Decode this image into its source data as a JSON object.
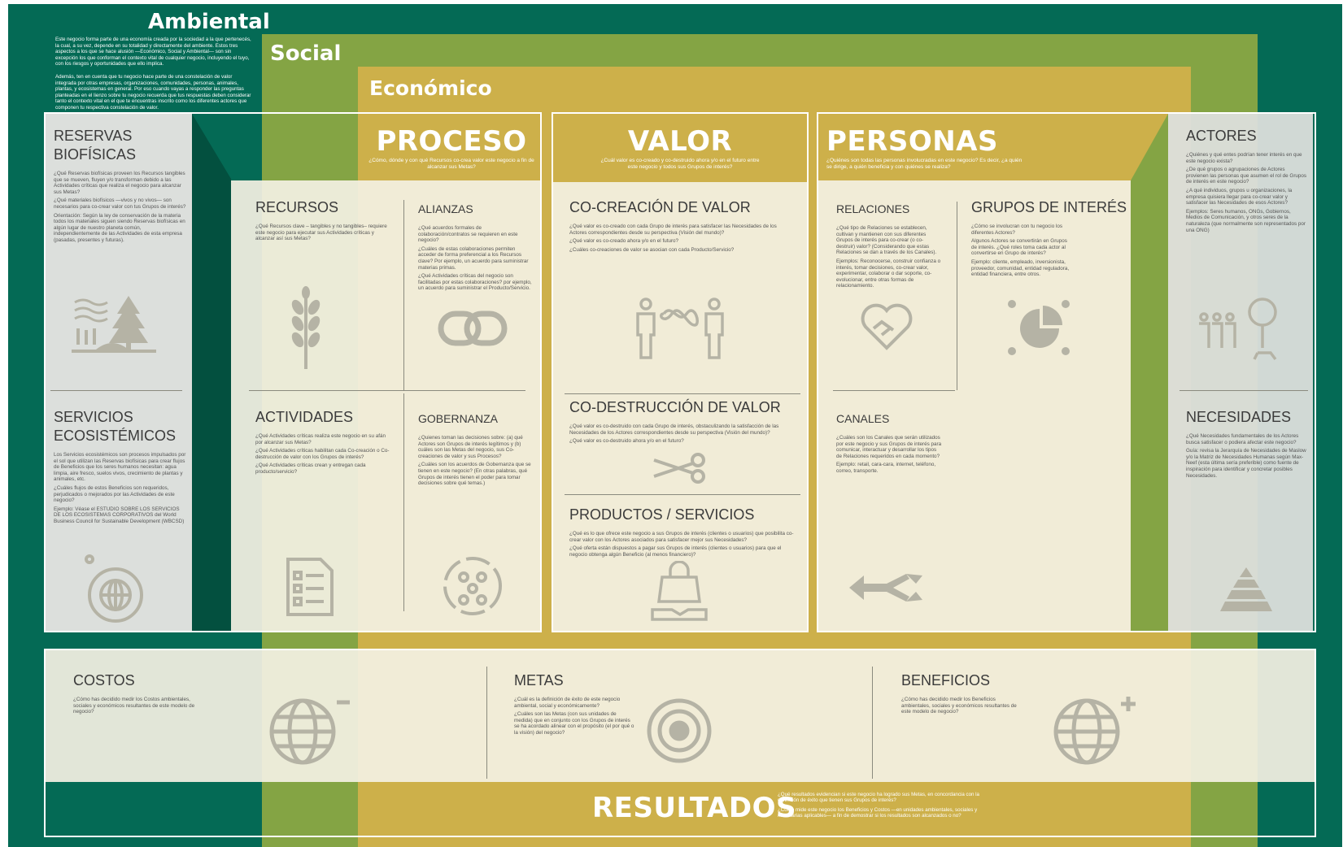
{
  "bands": {
    "ambiental": "Ambiental",
    "social": "Social",
    "economico": "Económico"
  },
  "intro": {
    "p1": "Este negocio forma parte de una economía creada por la sociedad a la que pertenecés, la cual, a su vez, depende en su totalidad y directamente del ambiente. Estos tres aspectos a los que se hace alusión —Económico, Social y Ambiental— son sin excepción los que conforman el contexto vital de cualquier negocio, incluyendo el tuyo, con los riesgos y oportunidades que ello implica.",
    "p2": "Además, ten en cuenta que tu negocio hace parte de una constelación de valor integrada por otras empresas, organizaciones, comunidades, personas, animales, plantas, y ecosistemas en general. Por eso cuando vayas a responder las preguntas planteadas en el lienzo sobre tu negocio recuerda que tus respuestas deben considerar tanto el contexto vital en el que te encuentras inscrito como los diferentes actores que componen tu respectiva constelación de valor."
  },
  "headers": {
    "proceso": {
      "title": "Proceso",
      "q": "¿Cómo, dónde y con qué Recursos co-crea valor este negocio a fin de alcanzar sus Metas?"
    },
    "valor": {
      "title": "Valor",
      "q": "¿Cuál valor es co-creado y co-destruido ahora y/o en el futuro entre este negocio y todos sus Grupos de interés?"
    },
    "personas": {
      "title": "Personas",
      "q": "¿Quiénes son todas las personas involucradas en este negocio? Es decir, ¿a quién se dirige, a quién beneficia y con quiénes se realiza?"
    },
    "resultados": {
      "title": "Resultados",
      "q1": "¿Qué resultados evidencian si este negocio ha logrado sus Metas, en concordancia con la definición de éxito que tienen sus Grupos de interés?",
      "q2": "¿Cómo mide este negocio los Beneficios y Costos —en unidades ambientales, sociales y monetarias aplicables— a fin de demostrar si los resultados son alcanzados o no?"
    }
  },
  "reservas": {
    "title": "Reservas biofísicas",
    "q1": "¿Qué Reservas biofísicas proveen los Recursos tangibles que se mueven, fluyen y/o transforman debido a las Actividades críticas que realiza el negocio para alcanzar sus Metas?",
    "q2": "¿Qué materiales biofísicos —vivos y no vivos— son necesarios para co-crear valor con tus Grupos de interés?",
    "q3": "Orientación: Según la ley de conservación de la materia todos los materiales siguen siendo Reservas biofísicas en algún lugar de nuestro planeta común, independientemente de las Actividades de esta empresa (pasadas, presentes y futuras)."
  },
  "servicios": {
    "title": "Servicios ecosistémicos",
    "q1": "Los Servicios ecosistémicos son procesos impulsados por el sol que utilizan las Reservas biofísicas para crear flujos de Beneficios que los seres humanos necesitan: agua limpia, aire fresco, suelos vivos, crecimiento de plantas y animales, etc.",
    "q2": "¿Cuáles flujos de estos Beneficios son requeridos, perjudicados o mejorados por las Actividades de este negocio?",
    "q3": "Ejemplo: Véase el ESTUDIO SOBRE LOS SERVICIOS DE LOS ECOSISTEMAS CORPORATIVOS del World Business Council for Sustainable Development (WBCSD)"
  },
  "recursos": {
    "title": "Recursos",
    "q1": "¿Qué Recursos clave – tangibles y no tangibles– requiere este negocio para ejecutar sus Actividades críticas y alcanzar así sus Metas?"
  },
  "alianzas": {
    "title": "Alianzas",
    "q1": "¿Qué acuerdos formales de colaboración/contratos se requieren en este negocio?",
    "q2": "¿Cuáles de estas colaboraciones permiten acceder de forma preferencial a los Recursos clave? Por ejemplo, un acuerdo para suministrar materias primas.",
    "q3": "¿Qué Actividades críticas del negocio son facilitadas por estas colaboraciones? por ejemplo, un acuerdo para suministrar el Producto/Servicio."
  },
  "actividades": {
    "title": "Actividades",
    "q1": "¿Qué Actividades críticas realiza este negocio en su afán por alcanzar sus Metas?",
    "q2": "¿Qué Actividades críticas habilitan cada Co-creación o Co-destrucción de valor con los Grupos de interés?",
    "q3": "¿Qué Actividades críticas crean y entregan cada producto/servicio?"
  },
  "gobernanza": {
    "title": "Gobernanza",
    "q1": "¿Quienes toman las decisiones sobre: (a) qué Actores son Grupos de interés legítimos y (b) cuáles son las Metas del negocio, sus Co-creaciones de valor y sus Procesos?",
    "q2": "¿Cuáles son los acuerdos de Gobernanza que se tienen en este negocio? (En otras palabras, qué Grupos de interés tienen el poder para tomar decisiones sobre qué temas.)"
  },
  "cocreacion": {
    "title": "Co-creación de valor",
    "q1": "¿Qué valor es co-creado con cada Grupo de interés para satisfacer las Necesidades de los Actores correspondientes desde su perspectiva (Visión del mundo)?",
    "q2": "¿Qué valor es co-creado ahora y/o en el futuro?",
    "q3": "¿Cuáles co-creaciones de valor se asocian con cada Producto/Servicio?"
  },
  "codestruccion": {
    "title": "Co-destrucción de valor",
    "q1": "¿Qué valor es co-destruido con cada Grupo de interés, obstaculizando la satisfacción de las Necesidades de los Actores correspondientes desde su perspectiva (Visión del mundo)?",
    "q2": "¿Qué valor es co-destruido ahora y/o en el futuro?"
  },
  "productos": {
    "title": "Productos / Servicios",
    "q1": "¿Qué es lo que ofrece este negocio a sus Grupos de interés (clientes o usuarios) que posibilita co-crear valor con los Actores asociados para satisfacer mejor sus Necesidades?",
    "q2": "¿Qué oferta están dispuestos a pagar sus Grupos de interés (clientes o usuarios) para que el negocio obtenga algún Beneficio (al menos financiero)?"
  },
  "relaciones": {
    "title": "Relaciones",
    "q1": "¿Qué tipo de Relaciones se establecen, cultivan y mantienen con sus diferentes Grupos de interés para co-crear (o co-destruir) valor? (Considerando que estas Relaciones se dan a través de los Canales).",
    "q2": "Ejemplos: Reconocerse, construir confianza o interés, tomar decisiones, co-crear valor, experimentar, colaborar o dar soporte, co-evolucionar, entre otras formas de relacionamiento."
  },
  "grupos": {
    "title": "Grupos de interés",
    "q1": "¿Cómo se involucran con tu negocio los diferentes Actores?",
    "q2": "Algunos Actores se convertirán en Grupos de interés. ¿Qué roles toma cada actor al convertirse en Grupo de interés?",
    "q3": "Ejemplo: cliente, empleado, inversionista, proveedor, comunidad, entidad reguladora, entidad financiera, entre otros."
  },
  "canales": {
    "title": "Canales",
    "q1": "¿Cuáles son los Canales que serán utilizados por este negocio y sus Grupos de interés para comunicar, interactuar y desarrollar los tipos de Relaciones requeridos en cada momento?",
    "q2": "Ejemplo: retail, cara-cara, internet, teléfono, correo, transporte."
  },
  "actores": {
    "title": "Actores",
    "q1": "¿Quiénes y qué entes podrían tener interés en que este negocio exista?",
    "q2": "¿De qué grupos o agrupaciones de Actores provienen las personas que asumen el rol de Grupos de interés en este negocio?",
    "q3": "¿A qué individuos, grupos u organizaciones, la empresa quisiera llegar para co-crear valor y satisfacer las Necesidades de esos Actores?",
    "q4": "Ejemplos: Seres humanos, ONGs, Gobiernos, Medios de Comunicación, y otros seres de la naturaleza (que normalmente son representados por una ONG)"
  },
  "necesidades": {
    "title": "Necesidades",
    "q1": "¿Qué Necesidades fundamentales de los Actores busca satisfacer o podiera afectar este negocio?",
    "q2": "Guía: revisa la Jerarquía de Necesidades de Maslow y/o la Matriz de Necesidades Humanas según Max-Neef (esta última sería preferible) como fuente de inspiración para identificar y concretar posibles Necesidades."
  },
  "costos": {
    "title": "Costos",
    "q1": "¿Cómo has decidido medir los Costos ambientales, sociales y económicos resultantes de este modelo de negocio?"
  },
  "metas": {
    "title": "Metas",
    "q1": "¿Cuál es la definición de éxito de este negocio ambiental, social y económicamente?",
    "q2": "¿Cuáles son las Metas (con sus unidades de medida) que en conjunto con los Grupos de interés se ha acordado alinear con el propósito (el por qué o la visión) del negocio?"
  },
  "beneficios": {
    "title": "Beneficios",
    "q1": "¿Cómo has decidido medir los Beneficios ambientales, sociales y económicos resultantes de este modelo de negocio?"
  },
  "colors": {
    "ambiental": "#046a55",
    "social": "#84a444",
    "economico": "#cdb04a",
    "panel": "#f3f0e2",
    "icon": "#b5b3a5"
  }
}
